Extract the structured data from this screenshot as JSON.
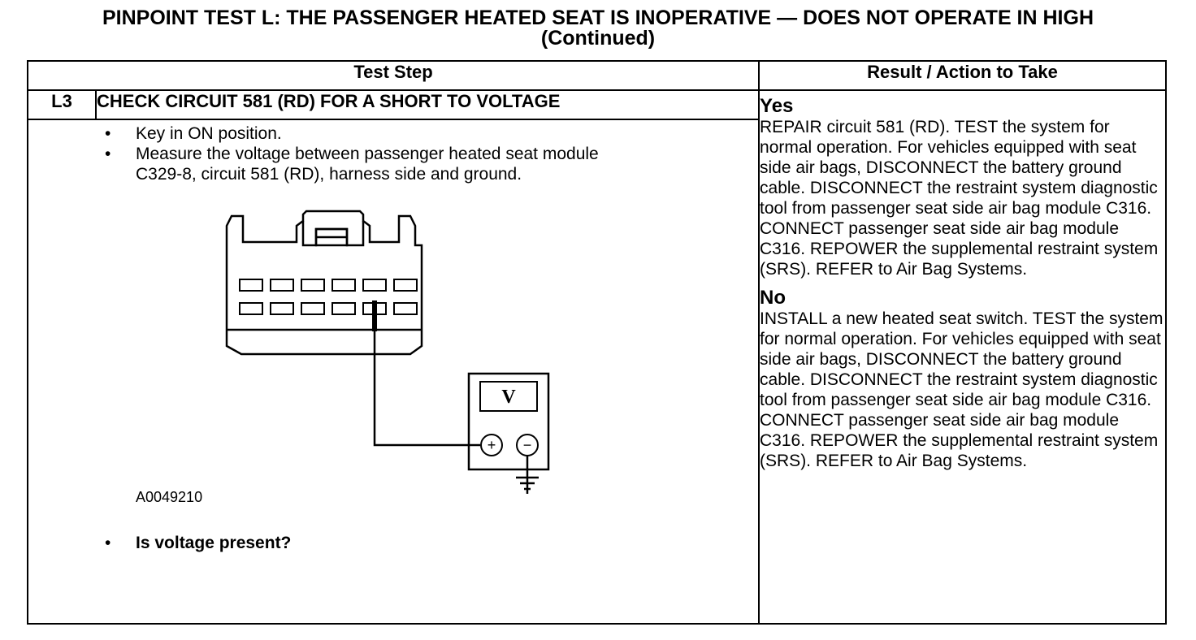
{
  "title": {
    "line1": "PINPOINT TEST  L: THE PASSENGER HEATED SEAT IS INOPERATIVE — DOES NOT OPERATE IN HIGH",
    "line2": "(Continued)"
  },
  "table": {
    "header_step": "Test Step",
    "header_result": "Result / Action to Take",
    "step_id": "L3",
    "step_title": "CHECK CIRCUIT 581 (RD) FOR A SHORT TO VOLTAGE",
    "bullets": [
      "Key in ON position.",
      "Measure the voltage between passenger heated seat module",
      "C329-8, circuit 581 (RD), harness side and ground."
    ],
    "bullet_glyph": "•",
    "figure_id": "A0049210",
    "question": "Is voltage present?",
    "meter_label": "V",
    "meter_plus": "+",
    "meter_minus": "−",
    "yes_label": "Yes",
    "yes_text": "REPAIR circuit 581 (RD). TEST the system for normal operation. For vehicles equipped with seat side air bags, DISCONNECT the battery ground cable. DISCONNECT the restraint system diagnostic tool from passenger seat side air bag module C316.  CONNECT passenger seat side air bag module C316. REPOWER the supplemental restraint system (SRS). REFER to Air Bag Systems.",
    "no_label": "No",
    "no_text": "INSTALL a new heated seat switch. TEST the system for normal operation. For vehicles equipped with seat side air bags, DISCONNECT the battery ground cable. DISCONNECT the restraint system diagnostic tool from passenger seat side air bag module  C316. CONNECT passenger seat side air bag module C316. REPOWER the supplemental restraint system (SRS). REFER to Air Bag Systems."
  }
}
